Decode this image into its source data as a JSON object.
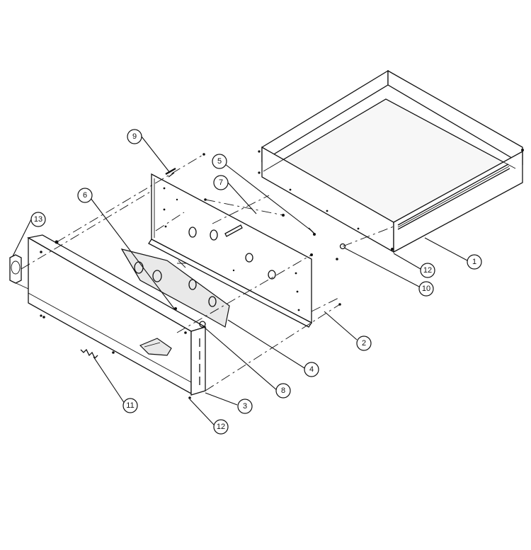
{
  "callouts": [
    {
      "id": "c1",
      "label": "1"
    },
    {
      "id": "c2",
      "label": "2"
    },
    {
      "id": "c3",
      "label": "3"
    },
    {
      "id": "c4",
      "label": "4"
    },
    {
      "id": "c5",
      "label": "5"
    },
    {
      "id": "c6",
      "label": "6"
    },
    {
      "id": "c7",
      "label": "7"
    },
    {
      "id": "c8",
      "label": "8"
    },
    {
      "id": "c9",
      "label": "9"
    },
    {
      "id": "c10",
      "label": "10"
    },
    {
      "id": "c11",
      "label": "11"
    },
    {
      "id": "c12a",
      "label": "12"
    },
    {
      "id": "c12b",
      "label": "12"
    },
    {
      "id": "c13",
      "label": "13"
    }
  ]
}
